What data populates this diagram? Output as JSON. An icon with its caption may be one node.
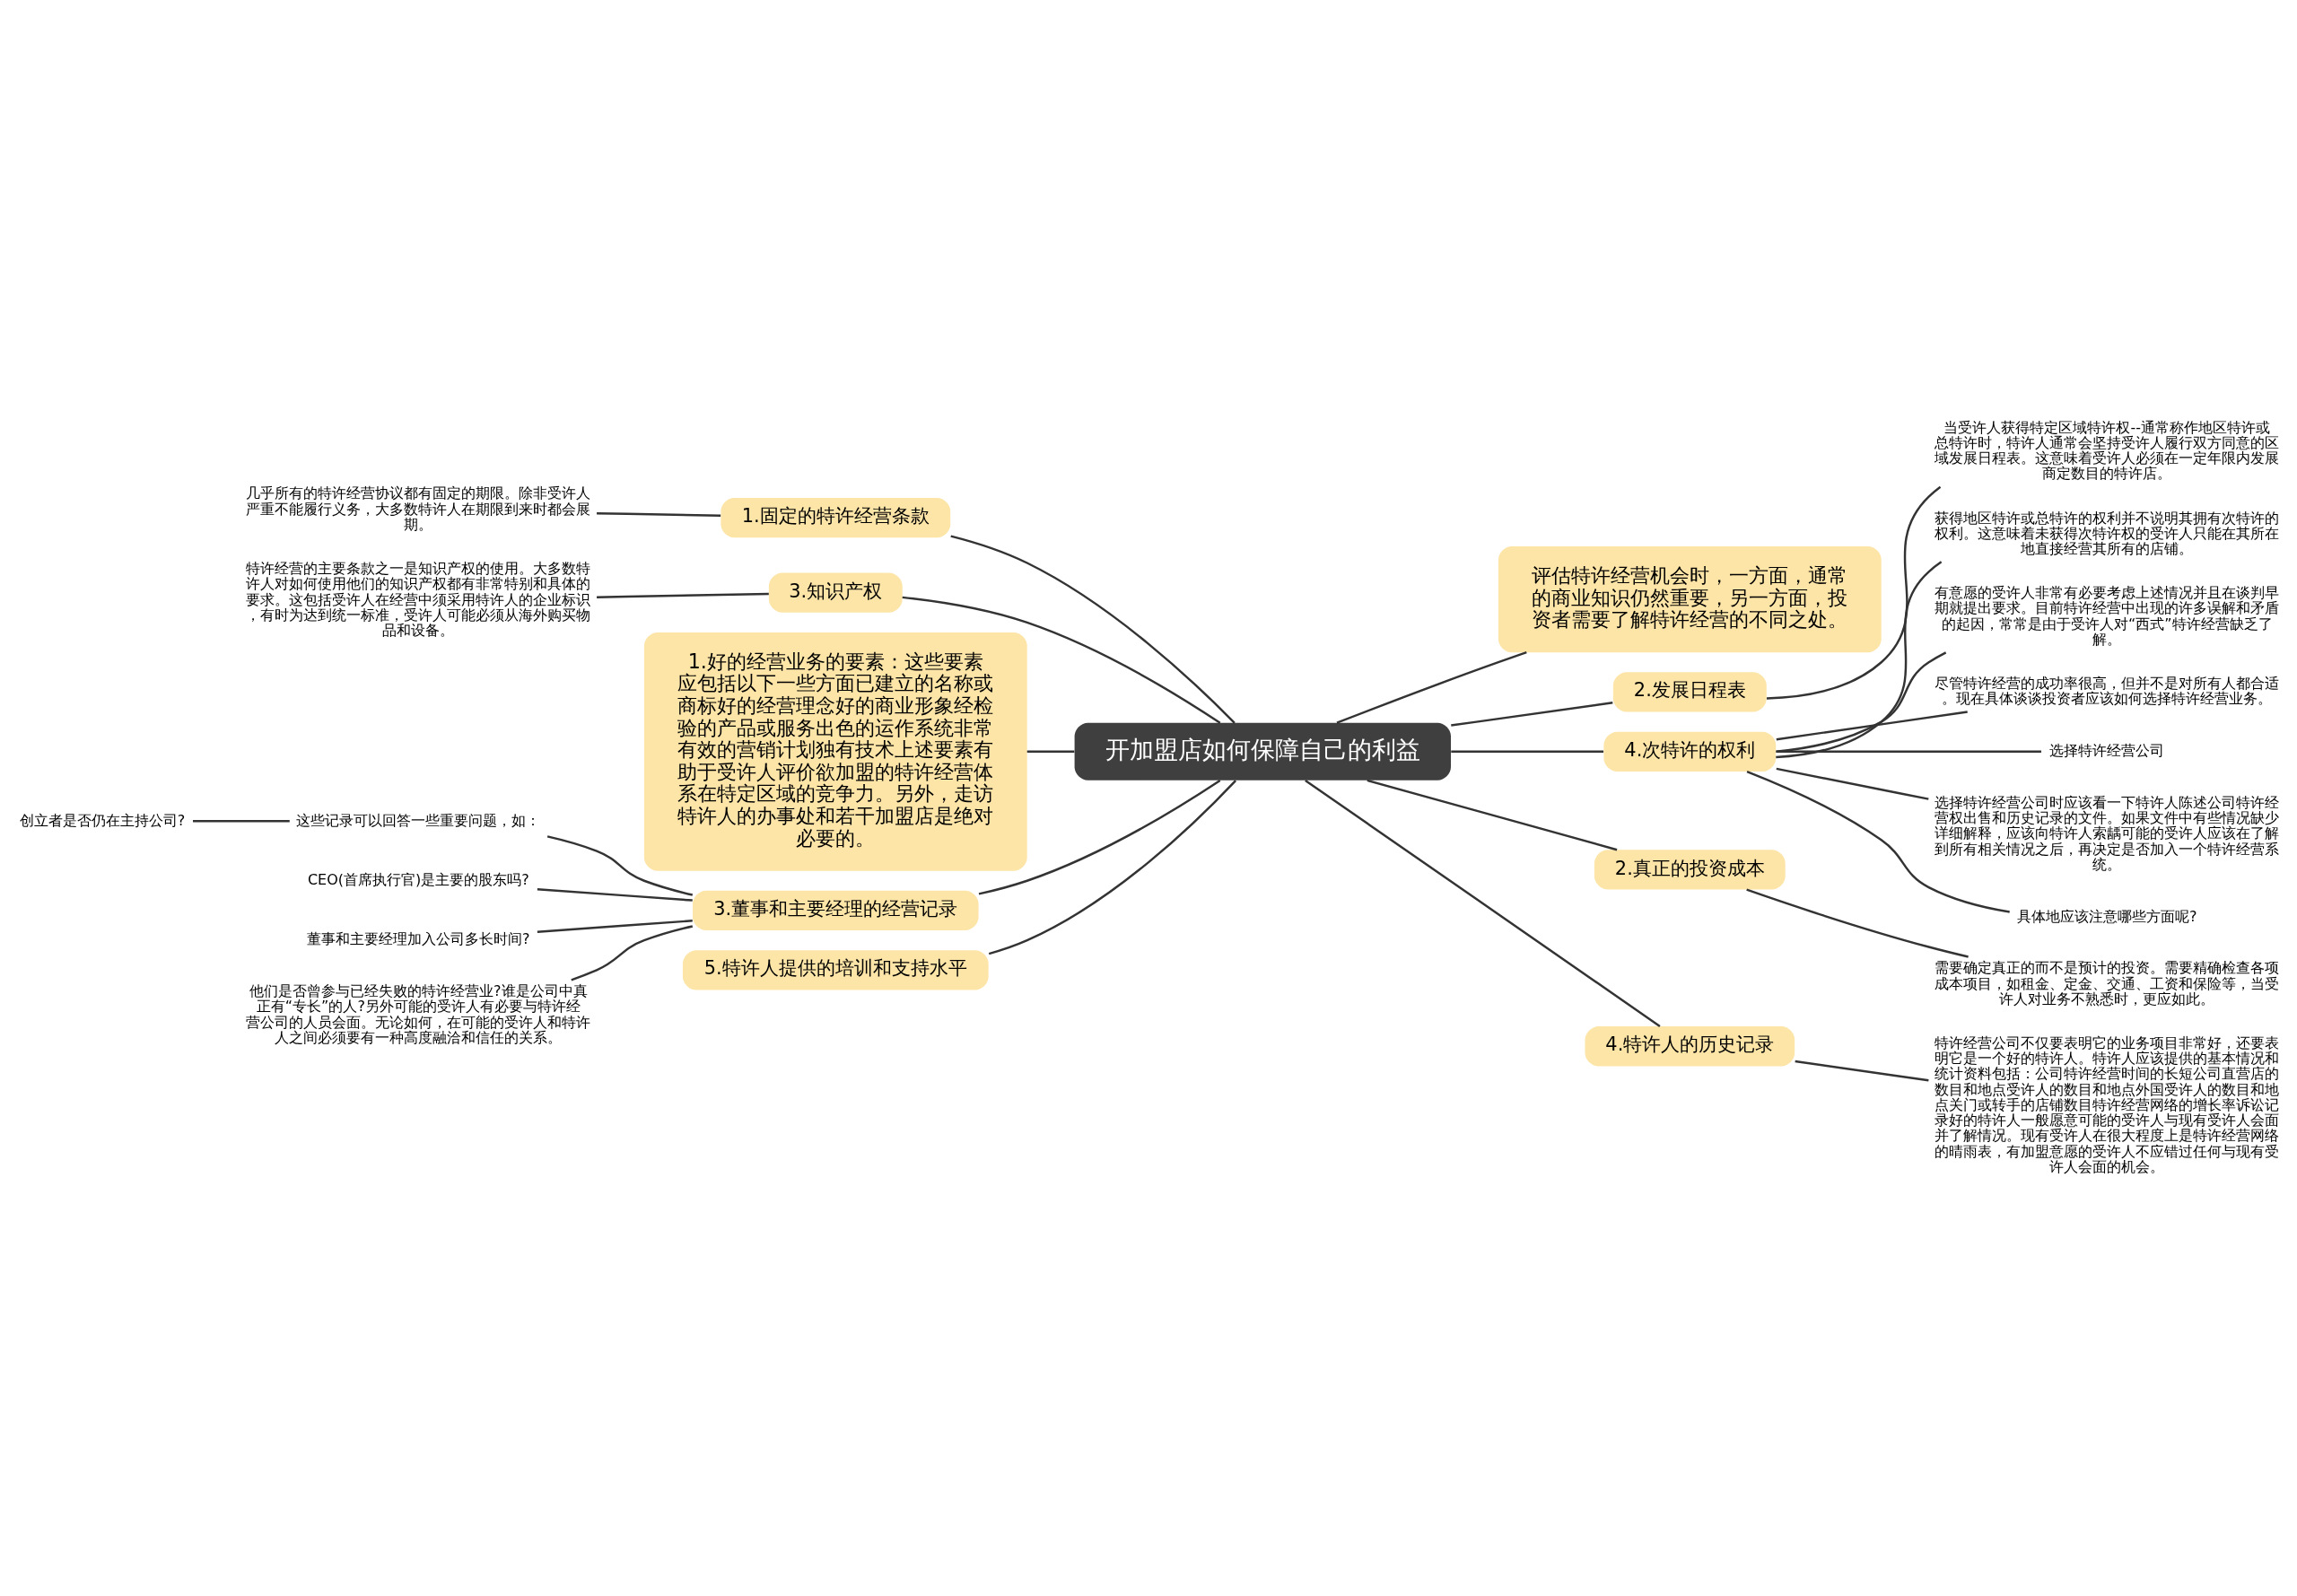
{
  "diagram": {
    "nodes": [
      {
        "text": [
          "开加盟店如何保障自己的利益"
        ]
      },
      {
        "text": [
          "评估特许经营机会时，一方面，通常的商业知识仍然重要，另一方面，投资者需要了解特许经营的不同之处。"
        ]
      },
      {
        "text": [
          "2.发展日程表"
        ]
      },
      {
        "text": [
          "当受许人获得特定区域特许权--通常称作地区特许或总特许时，特许人通常会坚持受许人履行双方同意的区域发展日程表。这意味着受许人必须在一定年限内发展商定数目的特许店。"
        ]
      },
      {
        "text": [
          "4.次特许的权利"
        ]
      },
      {
        "text": [
          "获得地区特许或总特许的权利并不说明其拥有次特许的权利。这意味着未获得次特许权的受许人只能在其所在地直接经营其所有的店铺。"
        ]
      },
      {
        "text": [
          "有意愿的受许人非常有必要考虑上述情况并且在谈判早期就提出要求。目前特许经营中出现的许多误解和矛盾的起因，常常是由于受许人对“西式”特许经营缺乏了解。"
        ]
      },
      {
        "text": [
          "尽管特许经营的成功率很高，但并不是对所有人都合适。现在具体谈谈投资者应该如何选择特许经营业务。"
        ]
      },
      {
        "text": [
          "选择特许经营公司"
        ]
      },
      {
        "text": [
          "选择特许经营公司时应该看一下特许人陈述公司特许经营权出售和历史记录的文件。如果文件中有些情况缺少详细解释，应该向特许人索龋可能的受许人应该在了解到所有相关情况之后，再决定是否加入一个特许经营系统。"
        ]
      },
      {
        "text": [
          "具体地应该注意哪些方面呢?"
        ]
      },
      {
        "text": [
          "2.真正的投资成本"
        ]
      },
      {
        "text": [
          "需要确定真正的而不是预计的投资。需要精确检查各项成本项目，如租金、定金、交通、工资和保险等，当受许人对业务不熟悉时，更应如此。"
        ]
      },
      {
        "text": [
          "4.特许人的历史记录"
        ]
      },
      {
        "text": [
          "特许经营公司不仅要表明它的业务项目非常好，还要表明它是一个好的特许人。特许人应该提供的基本情况和统计资料包括：公司特许经营时间的长短公司直营店的数目和地点受许人的数目和地点外国受许人的数目和地点关门或转手的店铺数目特许经营网络的增长率诉讼记录好的特许人一般愿意可能的受许人与现有受许人会面并了解情况。现有受许人在很大程度上是特许经营网络的晴雨表，有加盟意愿的受许人不应错过任何与现有受许人会面的机会。"
        ]
      },
      {
        "text": [
          "1.固定的特许经营条款"
        ]
      },
      {
        "text": [
          "几乎所有的特许经营协议都有固定的期限。除非受许人严重不能履行义务，大多数特许人在期限到来时都会展期。"
        ]
      },
      {
        "text": [
          "3.知识产权"
        ]
      },
      {
        "text": [
          "特许经营的主要条款之一是知识产权的使用。大多数特许人对如何使用他们的知识产权都有非常特别和具体的要求。这包括受许人在经营中须采用特许人的企业标识，有时为达到统一标准，受许人可能必须从海外购买物品和设备。"
        ]
      },
      {
        "text": [
          "1.好的经营业务的要素：这些要素应包括以下一些方面已建立的名称或商标好的经营理念好的商业形象经检验的产品或服务出色的运作系统非常有效的营销计划独有技术上述要素有助于受许人评价欲加盟的特许经营体系在特定区域的竞争力。另外，走访特许人的办事处和若干加盟店是绝对必要的。"
        ]
      },
      {
        "text": [
          "3.董事和主要经理的经营记录"
        ]
      },
      {
        "text": [
          "这些记录可以回答一些重要问题，如："
        ]
      },
      {
        "text": [
          "创立者是否仍在主持公司?"
        ]
      },
      {
        "text": [
          "CEO(首席执行官)是主要的股东吗?"
        ]
      },
      {
        "text": [
          "董事和主要经理加入公司多长时间?"
        ]
      },
      {
        "text": [
          "他们是否曾参与已经失败的特许经营业?谁是公司中真正有“专长”的人?另外可能的受许人有必要与特许经营公司的人员会面。无论如何，在可能的受许人和特许人之间必须要有一种高度融洽和信任的关系。"
        ]
      },
      {
        "text": [
          "5.特许人提供的培训和支持水平"
        ]
      }
    ],
    "edges": [
      {
        "from": 0,
        "to": 1,
        "arrow": "none"
      },
      {
        "from": 0,
        "to": 2,
        "arrow": "none"
      },
      {
        "from": 2,
        "to": 3,
        "arrow": "none"
      },
      {
        "from": 0,
        "to": 4,
        "arrow": "none"
      },
      {
        "from": 4,
        "to": 5,
        "arrow": "none"
      },
      {
        "from": 4,
        "to": 6,
        "arrow": "none"
      },
      {
        "from": 4,
        "to": 7,
        "arrow": "none"
      },
      {
        "from": 4,
        "to": 8,
        "arrow": "none"
      },
      {
        "from": 4,
        "to": 9,
        "arrow": "none"
      },
      {
        "from": 4,
        "to": 10,
        "arrow": "none"
      },
      {
        "from": 0,
        "to": 11,
        "arrow": "none"
      },
      {
        "from": 11,
        "to": 12,
        "arrow": "none"
      },
      {
        "from": 0,
        "to": 13,
        "arrow": "none"
      },
      {
        "from": 13,
        "to": 14,
        "arrow": "none"
      },
      {
        "from": 0,
        "to": 15,
        "arrow": "none"
      },
      {
        "from": 15,
        "to": 16,
        "arrow": "none"
      },
      {
        "from": 0,
        "to": 17,
        "arrow": "none"
      },
      {
        "from": 17,
        "to": 18,
        "arrow": "none"
      },
      {
        "from": 0,
        "to": 19,
        "arrow": "none"
      },
      {
        "from": 0,
        "to": 20,
        "arrow": "none"
      },
      {
        "from": 20,
        "to": 21,
        "arrow": "none"
      },
      {
        "from": 21,
        "to": 22,
        "arrow": "none"
      },
      {
        "from": 20,
        "to": 23,
        "arrow": "none"
      },
      {
        "from": 20,
        "to": 24,
        "arrow": "none"
      },
      {
        "from": 20,
        "to": 25,
        "arrow": "none"
      },
      {
        "from": 0,
        "to": 26,
        "arrow": "none"
      }
    ]
  }
}
